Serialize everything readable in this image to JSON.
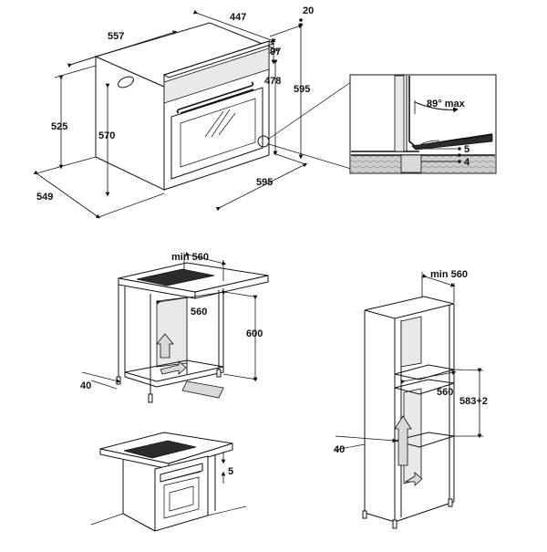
{
  "oven": {
    "depth_total": "557",
    "width_inner": "447",
    "flange_depth": "20",
    "top_offset": "97",
    "door_height": "478",
    "total_height": "595",
    "body_height_side": "525",
    "body_height_front": "570",
    "side_depth": "549",
    "front_width": "595"
  },
  "detail": {
    "angle_label": "89° max",
    "gap_a": "5",
    "gap_b": "4"
  },
  "under_counter": {
    "min_width": "min 560",
    "inner_width": "560",
    "height": "600",
    "depth_gap": "40"
  },
  "tall_unit": {
    "min_width": "min 560",
    "inner_width": "560",
    "height": "583+2",
    "depth_gap": "40"
  },
  "hob_clearance": {
    "gap": "5"
  },
  "colors": {
    "line": "#111111",
    "shade": "#d9d9d9",
    "background": "#ffffff"
  }
}
